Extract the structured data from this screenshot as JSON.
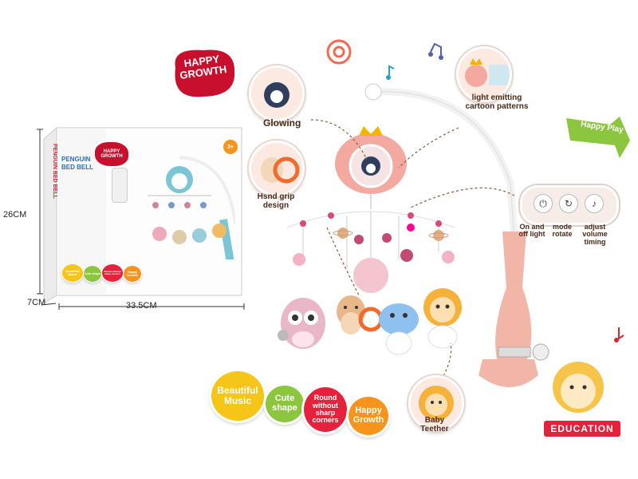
{
  "badge_main": "HAPPY GROWTH",
  "badge_happy_play": "Happy Play",
  "education_badge": "EDUCATION",
  "callouts": {
    "glowing": "Glowing",
    "light_emitting": "light emitting cartoon patterns",
    "hand_grip": "Hsnd grip design",
    "baby_teether": "Baby Teether"
  },
  "controls": [
    {
      "label": "On and off light",
      "icon": "power-icon"
    },
    {
      "label": "mode rotate",
      "icon": "rotate-icon"
    },
    {
      "label": "adjust volume timing",
      "icon": "volume-icon"
    }
  ],
  "features": [
    {
      "label": "Beautiful Music",
      "color": "#f5c518"
    },
    {
      "label": "Cute shape",
      "color": "#8cc63f"
    },
    {
      "label": "Round without sharp corners",
      "color": "#e5213c"
    },
    {
      "label": "Happy Growth",
      "color": "#f7941d"
    }
  ],
  "box": {
    "title": "PENGUIN BED BELL",
    "badge": "HAPPY GROWTH",
    "age": "3+",
    "features_mini": [
      "Beautiful Music",
      "Cute shape",
      "Round without sharp corners",
      "Happy Growth"
    ],
    "dims": {
      "height": "26CM",
      "depth": "7CM",
      "width": "33.5CM"
    }
  },
  "colors": {
    "pink": "#f2b6a8",
    "red": "#c8102e",
    "green": "#8cc63f",
    "yellow": "#f5c518",
    "orange": "#f7941d"
  }
}
